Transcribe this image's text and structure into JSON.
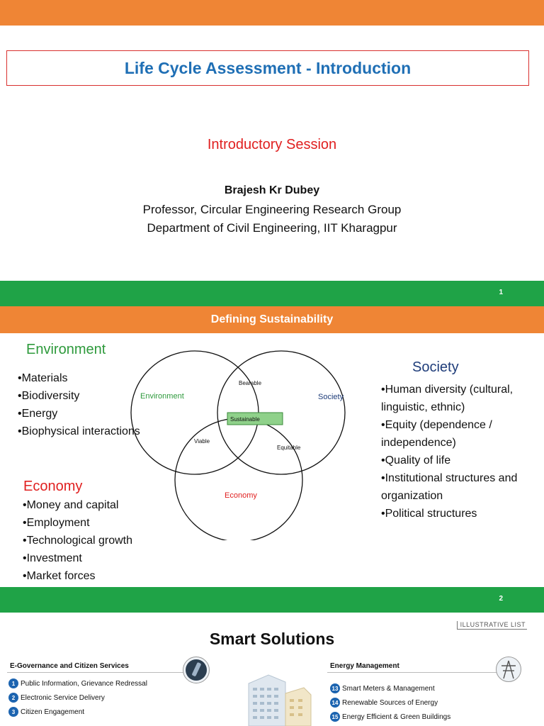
{
  "slide1": {
    "title": "Life Cycle Assessment - Introduction",
    "session": "Introductory Session",
    "author": "Brajesh Kr Dubey",
    "affiliation_line1": "Professor, Circular Engineering Research Group",
    "affiliation_line2": "Department of Civil Engineering, IIT Kharagpur",
    "page_number": "1"
  },
  "slide2": {
    "title": "Defining Sustainability",
    "environment": {
      "heading": "Environment",
      "items": [
        "•Materials",
        "•Biodiversity",
        "•Energy",
        "•Biophysical interactions"
      ]
    },
    "economy": {
      "heading": "Economy",
      "items": [
        "•Money and capital",
        "•Employment",
        "•Technological growth",
        "•Investment",
        "•Market forces"
      ]
    },
    "society": {
      "heading": "Society",
      "items": [
        "•Human diversity (cultural, linguistic, ethnic)",
        "•Equity (dependence / independence)",
        "•Quality of life",
        "•Institutional structures and organization",
        "•Political structures"
      ]
    },
    "venn": {
      "environment": "Environment",
      "society": "Society",
      "economy": "Economy",
      "bearable": "Bearable",
      "viable": "Viable",
      "equitable": "Equitable",
      "sustainable": "Sustainable"
    },
    "page_number": "2"
  },
  "slide3": {
    "title": "Smart Solutions",
    "tag": "ILLUSTRATIVE LIST",
    "left_panel": {
      "heading": "E-Governance and Citizen Services",
      "items": [
        {
          "num": "1",
          "label": "Public Information, Grievance Redressal"
        },
        {
          "num": "2",
          "label": "Electronic Service Delivery"
        },
        {
          "num": "3",
          "label": "Citizen Engagement"
        }
      ]
    },
    "right_panel": {
      "heading": "Energy Management",
      "items": [
        {
          "num": "13",
          "label": "Smart Meters & Management"
        },
        {
          "num": "14",
          "label": "Renewable Sources of Energy"
        },
        {
          "num": "15",
          "label": "Energy Efficient & Green Buildings"
        }
      ]
    }
  },
  "colors": {
    "orange": "#ef8535",
    "green": "#1fa347",
    "title_blue": "#1f6fb5",
    "session_red": "#e02020",
    "env_green": "#2e9a3c",
    "society_navy": "#1f3d7a",
    "badge_blue": "#1c64b0"
  }
}
